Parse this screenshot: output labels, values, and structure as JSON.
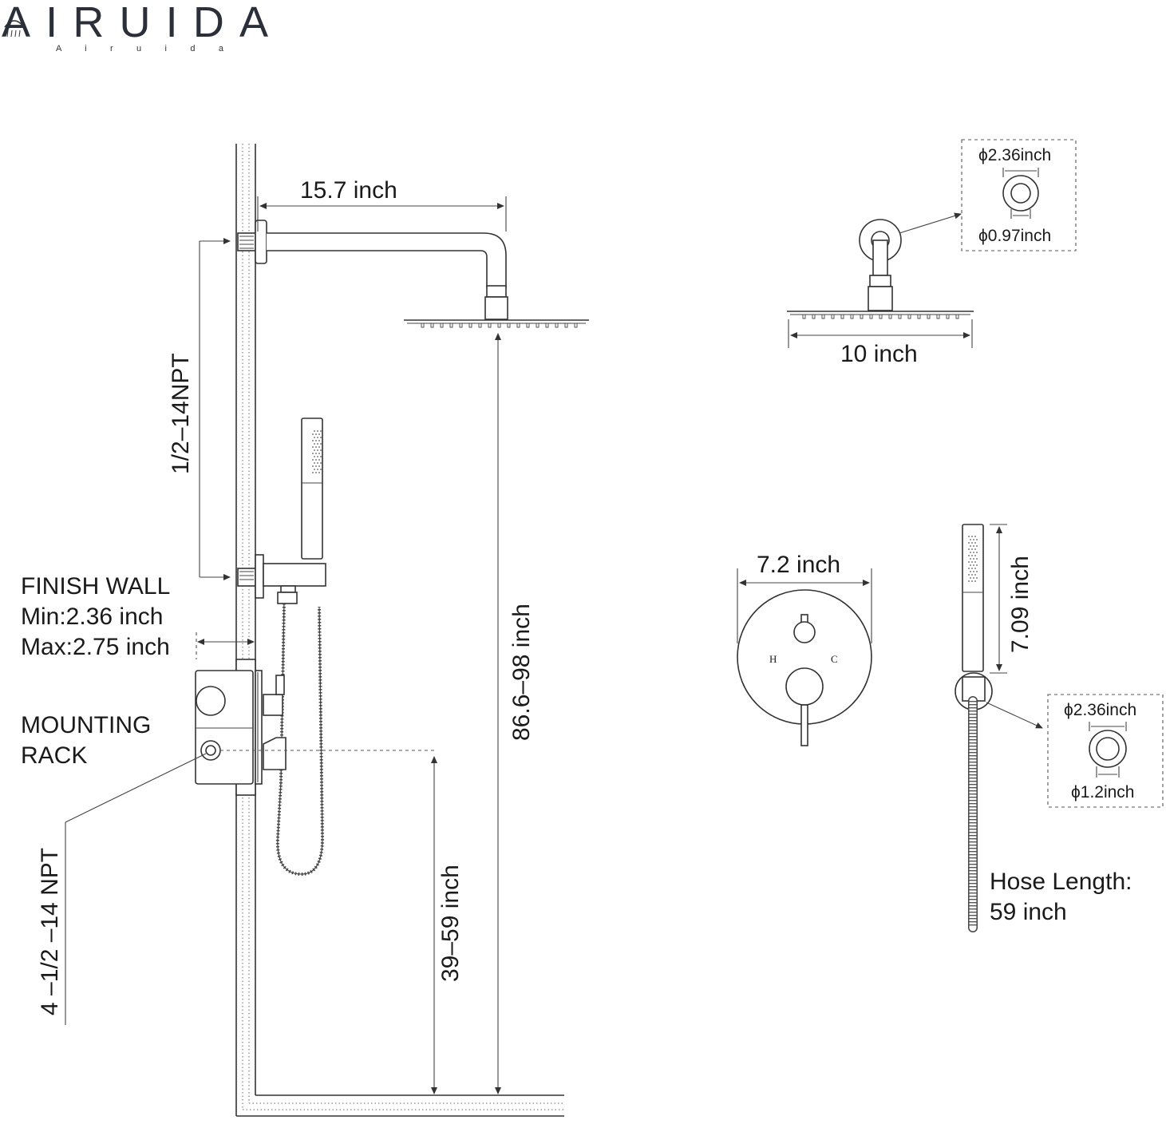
{
  "brand": {
    "logo_text": "AIRUIDA",
    "logo_subtext": "A i r u i d a"
  },
  "dimensions": {
    "arm_length": "15.7 inch",
    "inlet_spacing_thread": "1/2–14NPT",
    "head_height": "86.6–98 inch",
    "valve_height": "39–59 inch",
    "valve_thread": "4 –1/2 –14 NPT",
    "head_width": "10 inch",
    "trim_width": "7.2 inch",
    "handheld_length": "7.09 inch"
  },
  "labels": {
    "finish_wall_title": "FINISH WALL",
    "finish_wall_min": "Min:2.36 inch",
    "finish_wall_max": "Max:2.75 inch",
    "mounting_rack_1": "MOUNTING",
    "mounting_rack_2": "RACK",
    "hose_length_1": "Hose Length:",
    "hose_length_2": "59 inch",
    "hot": "H",
    "cold": "C"
  },
  "details": {
    "arm_flange_outer": "ϕ2.36inch",
    "arm_flange_inner": "ϕ0.97inch",
    "holder_outer": "ϕ2.36inch",
    "holder_inner": "ϕ1.2inch"
  }
}
